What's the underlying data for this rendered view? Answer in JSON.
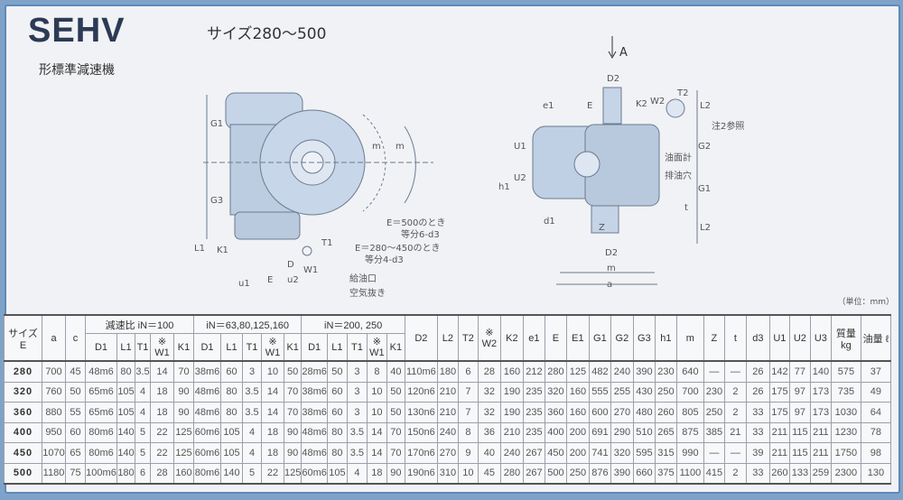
{
  "header": {
    "title": "SEHV",
    "subtitle": "形標準減速機",
    "size_range": "サイズ280～500"
  },
  "drawing_left": {
    "labels": {
      "g1": "G1",
      "g3": "G3",
      "m1": "m",
      "m2": "m",
      "e500": "E＝500のとき",
      "e500b": "等分6-d3",
      "e280": "E＝280～450のとき",
      "e280b": "等分4-d3",
      "oil_inlet": "給油口",
      "air_vent": "空気抜き",
      "k1": "K1",
      "l1": "L1",
      "d": "D",
      "w1": "W1",
      "t1": "T1",
      "u1": "u1",
      "e": "E",
      "u2": "u2"
    }
  },
  "drawing_right": {
    "labels": {
      "arrow_a": "A",
      "d2_top": "D2",
      "e1": "e1",
      "e": "E",
      "k2": "K2",
      "w2": "W2",
      "t2": "T2",
      "l2_top": "L2",
      "note2": "注2参照",
      "g2": "G2",
      "oil_gauge": "油面計",
      "drain": "排油穴",
      "g1": "G1",
      "u1": "U1",
      "u2": "U2",
      "h1": "h1",
      "d1": "d1",
      "t": "t",
      "z": "Z",
      "d2_bot": "D2",
      "l2_bot": "L2",
      "m": "m",
      "a": "a"
    }
  },
  "table": {
    "unit": "（単位：mm）",
    "groups": {
      "size": "サイズ E",
      "a": "a",
      "c": "c",
      "g100": "減速比 iN＝100",
      "g63": "iN＝63,80,125,160",
      "g200": "iN＝200, 250",
      "d2": "D2",
      "l2": "L2",
      "t2": "T2",
      "w2": "※ W2",
      "k2": "K2",
      "e1": "e1",
      "E": "E",
      "E1": "E1",
      "G1": "G1",
      "G2": "G2",
      "G3": "G3",
      "h1": "h1",
      "m": "m",
      "Z": "Z",
      "t": "t",
      "d3": "d3",
      "U1": "U1",
      "U2": "U2",
      "U3": "U3",
      "mass": "質量 kg",
      "oil": "油量 ℓ"
    },
    "sub_headers": [
      "D1",
      "L1",
      "T1",
      "※ W1",
      "K1",
      "D1",
      "L1",
      "T1",
      "※ W1",
      "K1",
      "D1",
      "L1",
      "T1",
      "※ W1",
      "K1"
    ],
    "rows": [
      [
        "280",
        "700",
        "45",
        "48m6",
        "80",
        "3.5",
        "14",
        "70",
        "38m6",
        "60",
        "3",
        "10",
        "50",
        "28m6",
        "50",
        "3",
        "8",
        "40",
        "110m6",
        "180",
        "6",
        "28",
        "160",
        "212",
        "280",
        "125",
        "482",
        "240",
        "390",
        "230",
        "640",
        "—",
        "—",
        "26",
        "142",
        "77",
        "140",
        "575",
        "37"
      ],
      [
        "320",
        "760",
        "50",
        "65m6",
        "105",
        "4",
        "18",
        "90",
        "48m6",
        "80",
        "3.5",
        "14",
        "70",
        "38m6",
        "60",
        "3",
        "10",
        "50",
        "120n6",
        "210",
        "7",
        "32",
        "190",
        "235",
        "320",
        "160",
        "555",
        "255",
        "430",
        "250",
        "700",
        "230",
        "2",
        "26",
        "175",
        "97",
        "173",
        "735",
        "49"
      ],
      [
        "360",
        "880",
        "55",
        "65m6",
        "105",
        "4",
        "18",
        "90",
        "48m6",
        "80",
        "3.5",
        "14",
        "70",
        "38m6",
        "60",
        "3",
        "10",
        "50",
        "130n6",
        "210",
        "7",
        "32",
        "190",
        "235",
        "360",
        "160",
        "600",
        "270",
        "480",
        "260",
        "805",
        "250",
        "2",
        "33",
        "175",
        "97",
        "173",
        "1030",
        "64"
      ],
      [
        "400",
        "950",
        "60",
        "80m6",
        "140",
        "5",
        "22",
        "125",
        "60m6",
        "105",
        "4",
        "18",
        "90",
        "48m6",
        "80",
        "3.5",
        "14",
        "70",
        "150n6",
        "240",
        "8",
        "36",
        "210",
        "235",
        "400",
        "200",
        "691",
        "290",
        "510",
        "265",
        "875",
        "385",
        "21",
        "33",
        "211",
        "115",
        "211",
        "1230",
        "78"
      ],
      [
        "450",
        "1070",
        "65",
        "80m6",
        "140",
        "5",
        "22",
        "125",
        "60m6",
        "105",
        "4",
        "18",
        "90",
        "48m6",
        "80",
        "3.5",
        "14",
        "70",
        "170n6",
        "270",
        "9",
        "40",
        "240",
        "267",
        "450",
        "200",
        "741",
        "320",
        "595",
        "315",
        "990",
        "—",
        "—",
        "39",
        "211",
        "115",
        "211",
        "1750",
        "98"
      ],
      [
        "500",
        "1180",
        "75",
        "100m6",
        "180",
        "6",
        "28",
        "160",
        "80m6",
        "140",
        "5",
        "22",
        "125",
        "60m6",
        "105",
        "4",
        "18",
        "90",
        "190n6",
        "310",
        "10",
        "45",
        "280",
        "267",
        "500",
        "250",
        "876",
        "390",
        "660",
        "375",
        "1100",
        "415",
        "2",
        "33",
        "260",
        "133",
        "259",
        "2300",
        "130"
      ]
    ]
  }
}
